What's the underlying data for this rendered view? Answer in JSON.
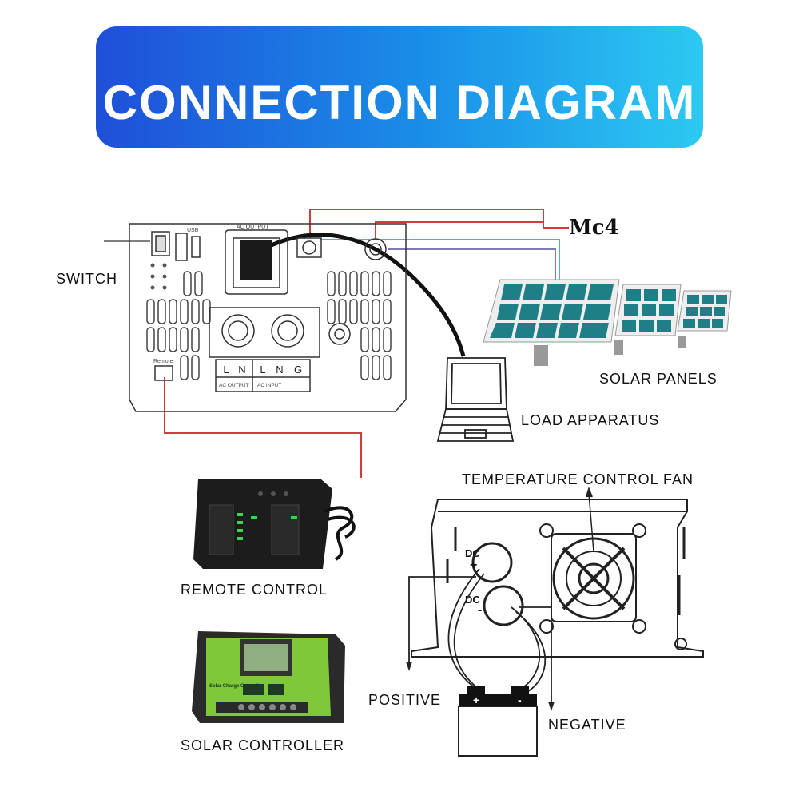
{
  "title": "CONNECTION DIAGRAM",
  "labels": {
    "switch": "SWITCH",
    "mc4": "Mc4",
    "solar_panels": "SOLAR PANELS",
    "load_apparatus": "LOAD APPARATUS",
    "temperature_fan": "TEMPERATURE CONTROL FAN",
    "remote_control": "REMOTE CONTROL",
    "solar_controller": "SOLAR CONTROLLER",
    "positive": "POSITIVE",
    "negative": "NEGATIVE"
  },
  "inverter_panel": {
    "usb": "USB",
    "ac_output": "AC OUTPUT",
    "remote": "Remote",
    "terminals": [
      "L",
      "N",
      "L",
      "N",
      "G"
    ],
    "ac_output_caption": "AC OUTPUT",
    "ac_input_caption": "AC INPUT"
  },
  "dc_terminals": {
    "pos": "DC",
    "neg": "DC",
    "pos_sign": "+",
    "neg_sign": "-"
  },
  "battery": {
    "pos": "+",
    "neg": "-"
  },
  "controller_text": "Solar Charge Controller",
  "colors": {
    "banner_start": "#1f4fd8",
    "banner_end": "#2cc9f2",
    "red_wire": "#d63a3a",
    "blue_wire": "#5aa7e0",
    "panel_cell": "#1f7f86",
    "controller_green": "#7ec83a"
  }
}
